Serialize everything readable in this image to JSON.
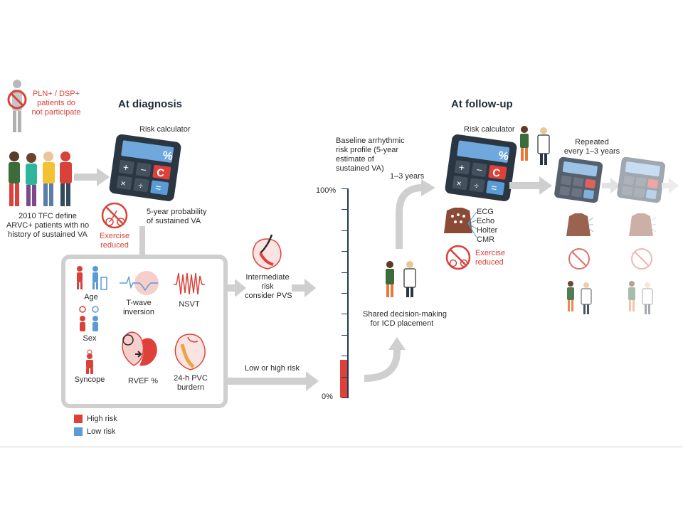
{
  "headings": {
    "diagnosis": "At diagnosis",
    "followup": "At follow-up"
  },
  "exclusion": {
    "line1": "PLN+ / DSP+",
    "line2": "patients do",
    "line3": "not participate"
  },
  "population": {
    "line1": "2010 TFC define",
    "line2": "ARVC+ patients with no",
    "line3": "history of sustained VA"
  },
  "calculator": {
    "label": "Risk calculator",
    "output1": "5-year probability",
    "output2": "of sustained VA"
  },
  "exercise": {
    "line1": "Exercise",
    "line2": "reduced"
  },
  "predictors": {
    "age": "Age",
    "twave1": "T-wave",
    "twave2": "inversion",
    "nsvt": "NSVT",
    "sex": "Sex",
    "syncope": "Syncope",
    "rvef": "RVEF %",
    "pvc1": "24-h PVC",
    "pvc2": "burdern"
  },
  "intermediate": {
    "line1": "Intermediate",
    "line2": "risk",
    "line3": "consider PVS"
  },
  "lowhigh": "Low or high risk",
  "baseline": {
    "line1": "Baseline arrhythmic",
    "line2": "risk profile (5-year",
    "line3": "estimate of",
    "line4": "sustained VA)"
  },
  "scale": {
    "top": "100%",
    "bottom": "0%",
    "value_percent": 18
  },
  "interval": "1–3 years",
  "shared": {
    "line1": "Shared decision-making",
    "line2": "for ICD placement"
  },
  "followup_calc": "Risk calculator",
  "tests": {
    "ecg": "ECG",
    "echo": "Echo",
    "holter": "Holter",
    "cmr": "CMR"
  },
  "repeated": {
    "line1": "Repeated",
    "line2": "every 1–3 years"
  },
  "legend": {
    "high": "High risk",
    "low": "Low risk"
  },
  "colors": {
    "high": "#e0403a",
    "low": "#5b9bd5",
    "calc_body": "#2b3643",
    "arrow": "#cfcfcf",
    "scale": "#1f3a5f"
  }
}
